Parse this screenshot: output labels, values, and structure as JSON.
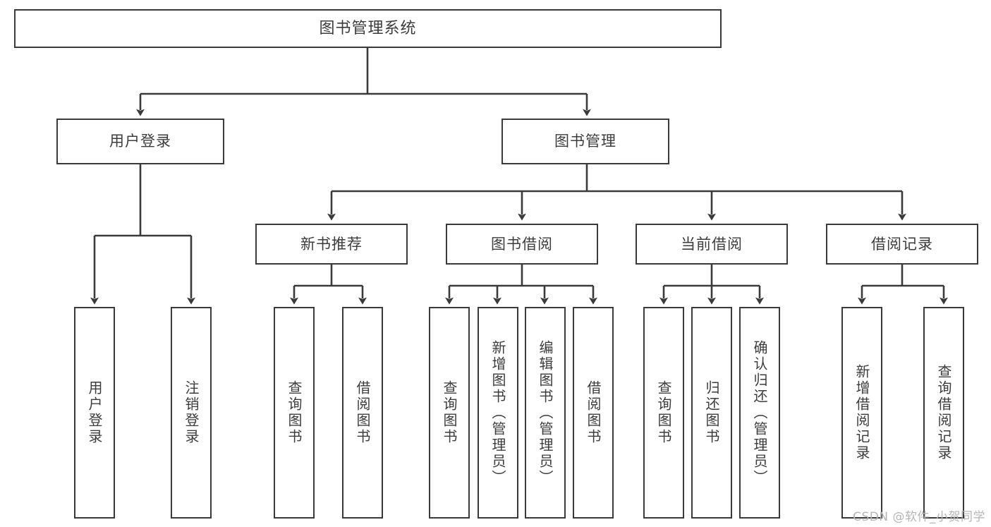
{
  "diagram": {
    "title": "图书管理系统",
    "type": "tree-hierarchy-chart",
    "colors": {
      "box_stroke": "#3a3a3a",
      "box_fill": "#ffffff",
      "edge": "#3a3a3a",
      "text": "#3c3c3c",
      "watermark": "#b5b5b5",
      "background": "#ffffff"
    },
    "root": {
      "label": "图书管理系统"
    },
    "level2": [
      {
        "id": "user-login",
        "label": "用户登录"
      },
      {
        "id": "book-manage",
        "label": "图书管理"
      }
    ],
    "level3": [
      {
        "id": "new-book-recommend",
        "label": "新书推荐"
      },
      {
        "id": "book-borrow",
        "label": "图书借阅"
      },
      {
        "id": "current-borrow",
        "label": "当前借阅"
      },
      {
        "id": "borrow-record",
        "label": "借阅记录"
      }
    ],
    "leaves": {
      "user_login": [
        {
          "id": "leaf-user-login",
          "label": "用户登录"
        },
        {
          "id": "leaf-logout-login",
          "label": "注销登录"
        }
      ],
      "new_book_recommend": [
        {
          "id": "leaf-query-book-1",
          "label": "查询图书"
        },
        {
          "id": "leaf-borrow-book-1",
          "label": "借阅图书"
        }
      ],
      "book_borrow": [
        {
          "id": "leaf-query-book-2",
          "label": "查询图书"
        },
        {
          "id": "leaf-add-book",
          "label": "新增图书（管理员）"
        },
        {
          "id": "leaf-edit-book",
          "label": "编辑图书（管理员）"
        },
        {
          "id": "leaf-borrow-book-2",
          "label": "借阅图书"
        }
      ],
      "current_borrow": [
        {
          "id": "leaf-query-book-3",
          "label": "查询图书"
        },
        {
          "id": "leaf-return-book",
          "label": "归还图书"
        },
        {
          "id": "leaf-confirm-return",
          "label": "确认归还（管理员）"
        }
      ],
      "borrow_record": [
        {
          "id": "leaf-add-record",
          "label": "新增借阅记录"
        },
        {
          "id": "leaf-query-record",
          "label": "查询借阅记录"
        }
      ]
    },
    "watermark": "CSDN @软件_小贺同学"
  }
}
